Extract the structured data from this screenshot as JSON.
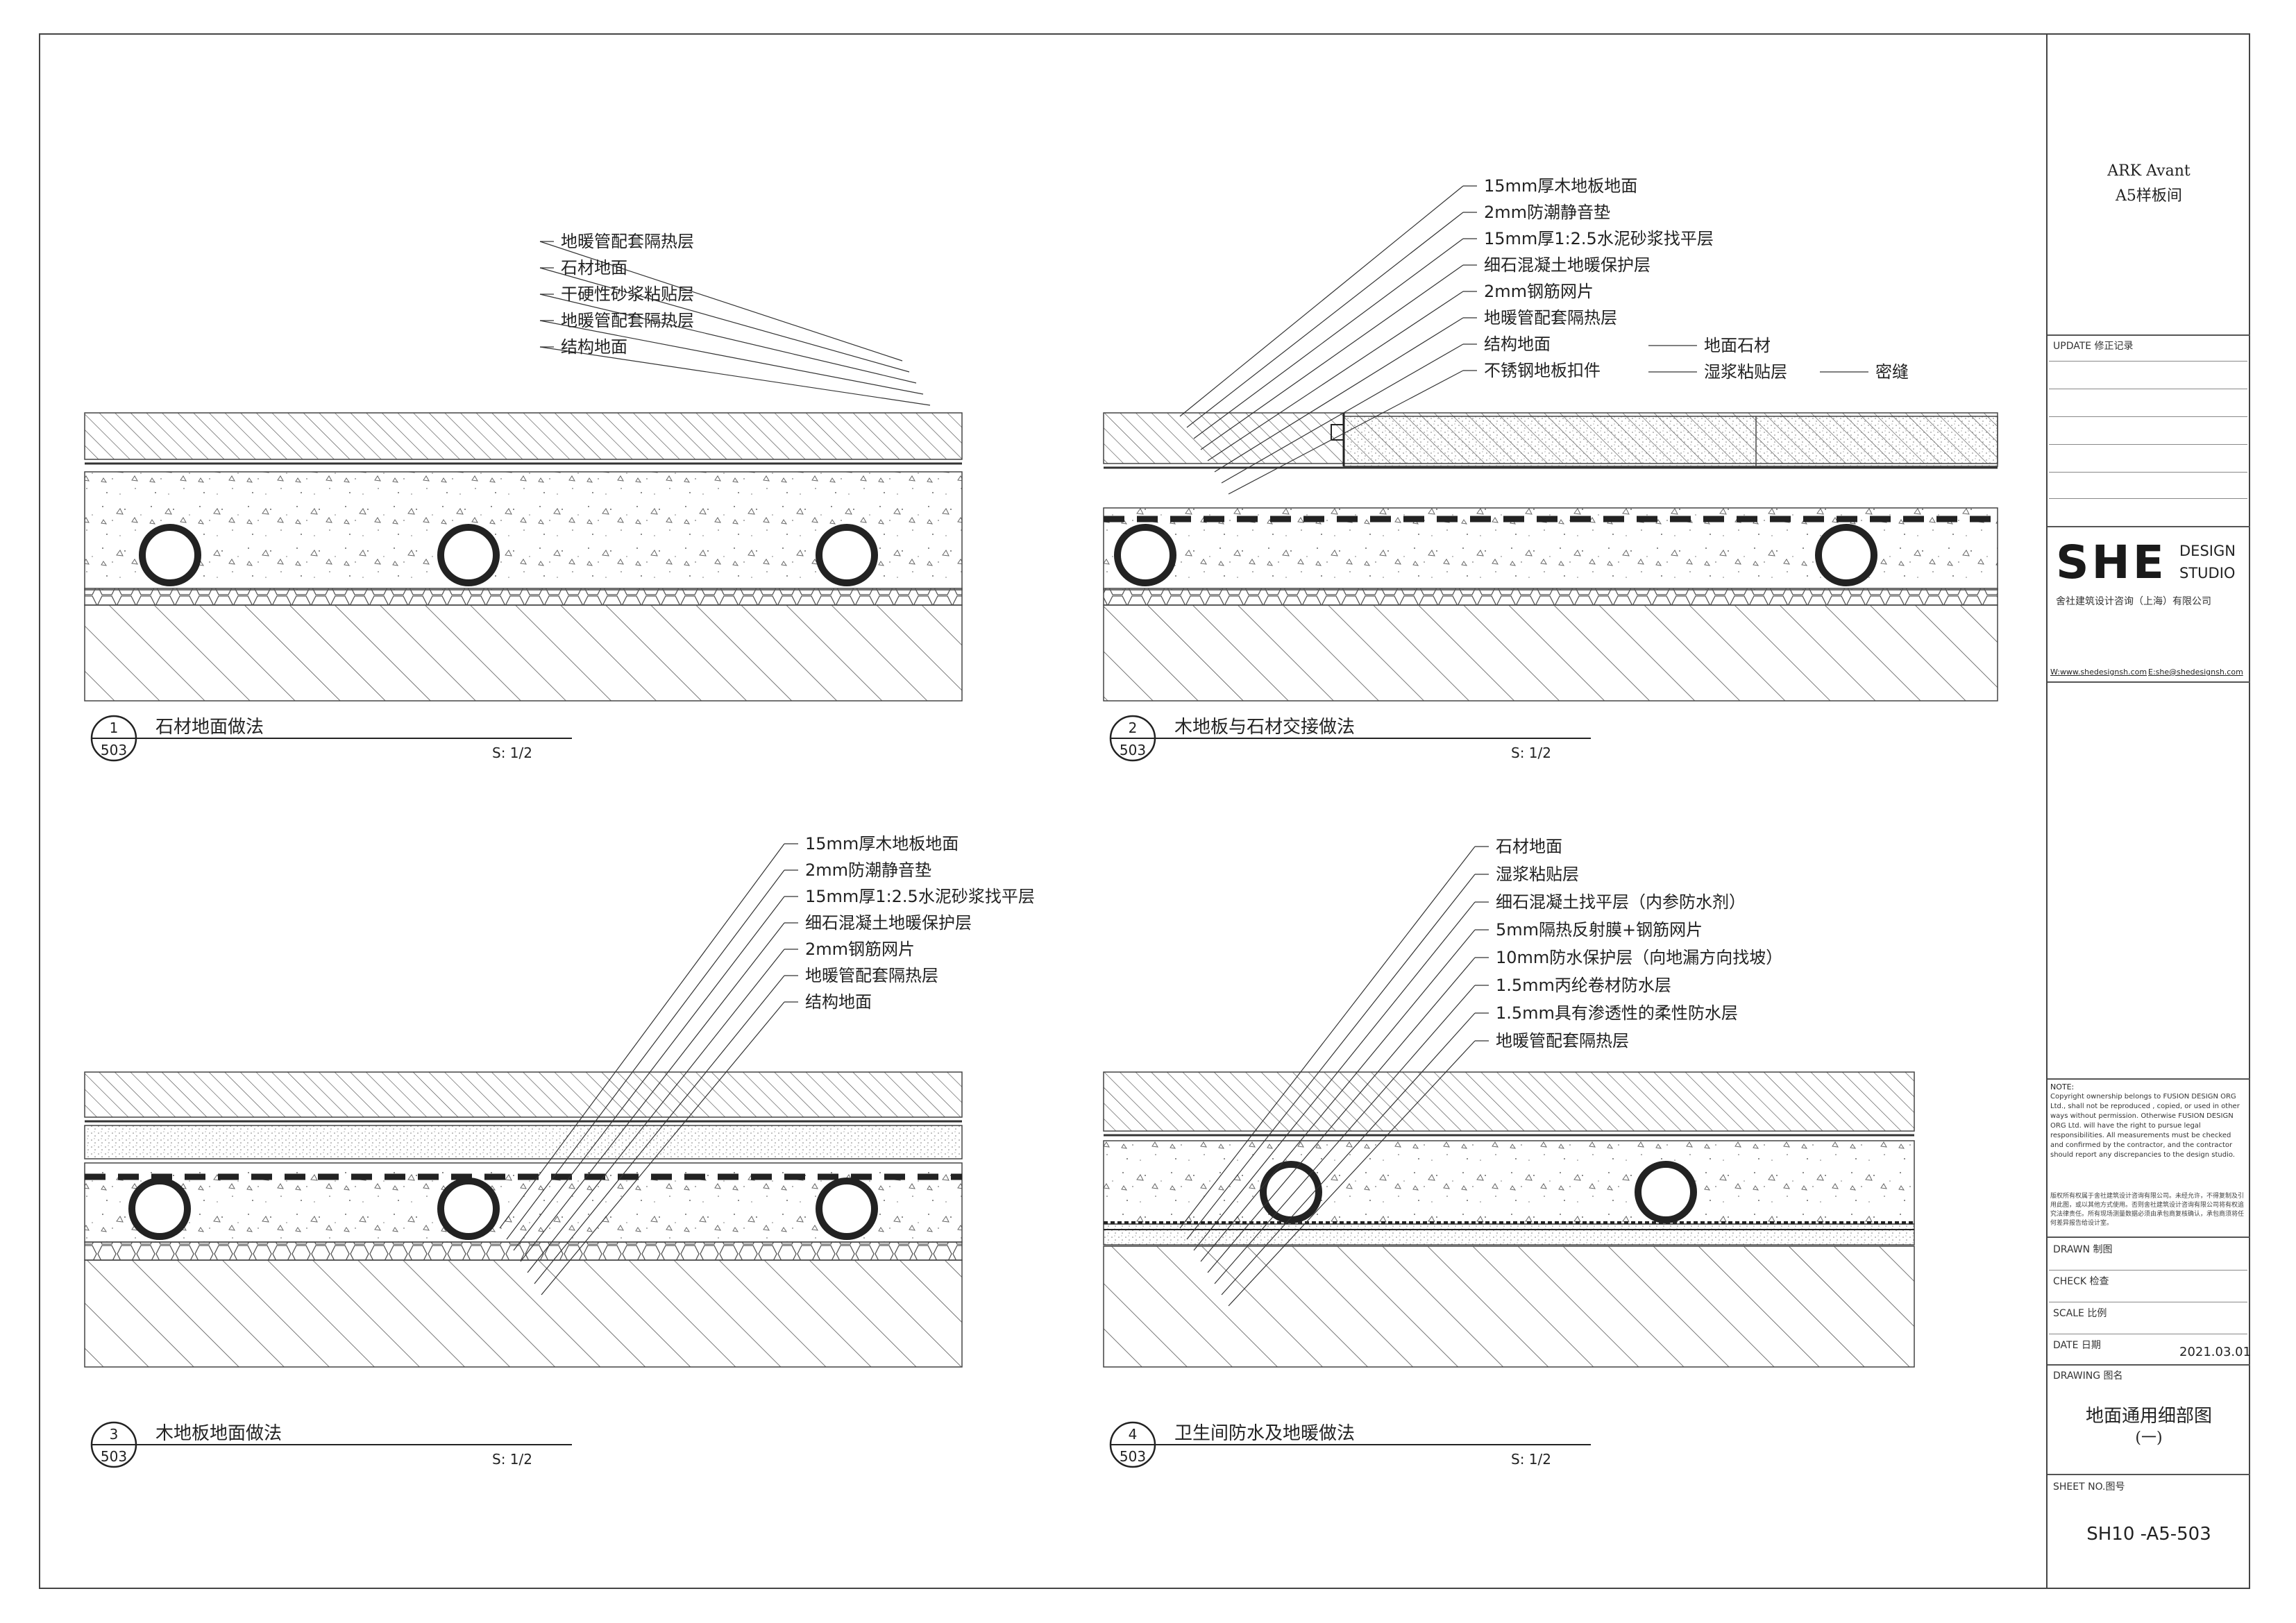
{
  "details": [
    {
      "number": "1",
      "sheet_ref": "503",
      "title": "石材地面做法",
      "scale": "S: 1/2",
      "labels": [
        "地暖管配套隔热层",
        "石材地面",
        "干硬性砂浆粘贴层",
        "地暖管配套隔热层",
        "结构地面"
      ],
      "extra_labels": []
    },
    {
      "number": "2",
      "sheet_ref": "503",
      "title": "木地板与石材交接做法",
      "scale": "S: 1/2",
      "labels": [
        "15mm厚木地板地面",
        "2mm防潮静音垫",
        "15mm厚1:2.5水泥砂浆找平层",
        "细石混凝土地暖保护层",
        "2mm钢筋网片",
        "地暖管配套隔热层",
        "结构地面",
        "不锈钢地板扣件"
      ],
      "extra_labels": [
        "地面石材",
        "湿浆粘贴层",
        "密缝"
      ]
    },
    {
      "number": "3",
      "sheet_ref": "503",
      "title": "木地板地面做法",
      "scale": "S: 1/2",
      "labels": [
        "15mm厚木地板地面",
        "2mm防潮静音垫",
        "15mm厚1:2.5水泥砂浆找平层",
        "细石混凝土地暖保护层",
        "2mm钢筋网片",
        "地暖管配套隔热层",
        "结构地面"
      ],
      "extra_labels": []
    },
    {
      "number": "4",
      "sheet_ref": "503",
      "title": "卫生间防水及地暖做法",
      "scale": "S: 1/2",
      "labels": [
        "石材地面",
        "湿浆粘贴层",
        "细石混凝土找平层（内参防水剂）",
        "5mm隔热反射膜+钢筋网片",
        "10mm防水保护层（向地漏方向找坡）",
        "1.5mm丙纶卷材防水层",
        "1.5mm具有渗透性的柔性防水层",
        "地暖管配套隔热层"
      ],
      "extra_labels": []
    }
  ],
  "title_block": {
    "project_line1": "ARK Avant",
    "project_line2": "A5样板间",
    "update_label": "UPDATE 修正记录",
    "logo_text": "SHE",
    "logo_design": "DESIGN",
    "logo_studio": "STUDIO",
    "company": "舍社建筑设计咨询（上海）有限公司",
    "website": "W:www.shedesignsh.com",
    "email": "E:she@shedesignsh.com",
    "note_title": "NOTE:",
    "note_text": "Copyright ownership belongs to FUSION DESIGN ORG Ltd., shall not be reproduced , copied, or used in other ways without permission. Otherwise FUSION DESIGN ORG Ltd. will have the right to pursue legal responsibilities. All measurements must be checked and confirmed by the contractor, and the contractor should report any discrepancies to the design studio.",
    "note_cn": "版权所有权属于舍社建筑设计咨询有限公司。未经允许，不得复制及引用此图，或以其他方式使用。否则舍社建筑设计咨询有限公司将有权追究法律责任。所有现场测量数据必须由承包商复核确认，承包商须将任何差异报告给设计室。",
    "drawn_label": "DRAWN 制图",
    "check_label": "CHECK 检查",
    "scale_label": "SCALE 比例",
    "date_label": "DATE  日期",
    "date_value": "2021.03.01",
    "drawing_label": "DRAWING 图名",
    "drawing_name": "地面通用细部图",
    "drawing_sub": "(一)",
    "sheet_label": "SHEET NO.图号",
    "sheet_no": "SH10 -A5-503"
  }
}
